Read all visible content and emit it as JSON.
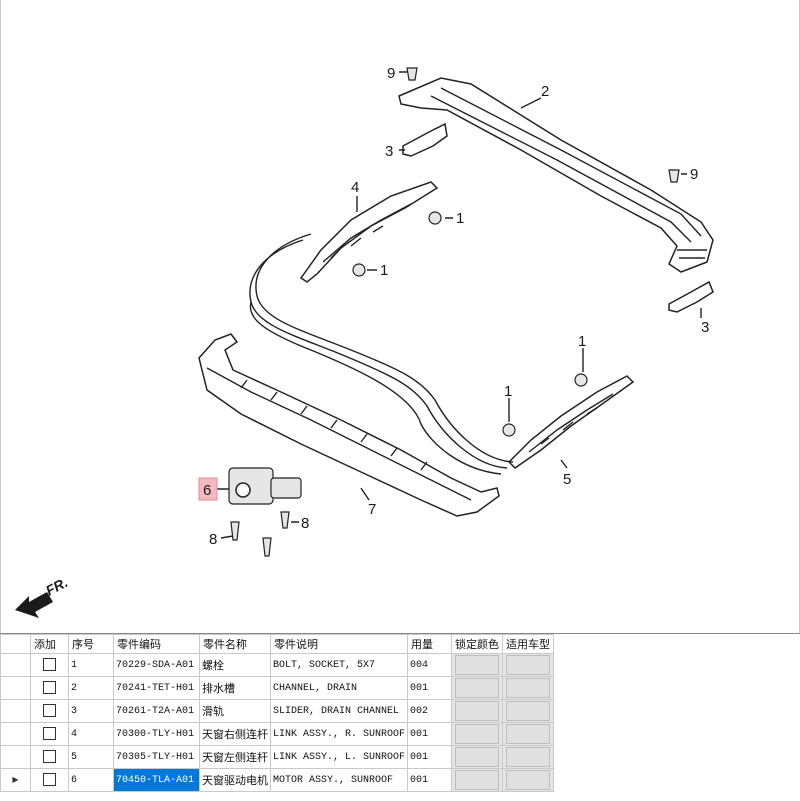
{
  "diagram": {
    "callouts": [
      "9",
      "2",
      "3",
      "4",
      "1",
      "1",
      "9",
      "3",
      "1",
      "1",
      "5",
      "6",
      "7",
      "8",
      "8"
    ],
    "direction_label": "FR."
  },
  "table": {
    "headers": [
      "添加",
      "序号",
      "零件编码",
      "零件名称",
      "零件说明",
      "用量",
      "锁定颜色",
      "适用车型"
    ],
    "rows": [
      {
        "no": "1",
        "code": "70229-SDA-A01",
        "name": "螺栓",
        "desc": "BOLT, SOCKET, 5X7",
        "qty": "004"
      },
      {
        "no": "2",
        "code": "70241-TET-H01",
        "name": "排水槽",
        "desc": "CHANNEL, DRAIN",
        "qty": "001"
      },
      {
        "no": "3",
        "code": "70261-T2A-A01",
        "name": "滑轨",
        "desc": "SLIDER, DRAIN CHANNEL",
        "qty": "002"
      },
      {
        "no": "4",
        "code": "70300-TLY-H01",
        "name": "天窗右侧连杆",
        "desc": "LINK ASSY., R. SUNROOF",
        "qty": "001"
      },
      {
        "no": "5",
        "code": "70305-TLY-H01",
        "name": "天窗左侧连杆",
        "desc": "LINK ASSY., L. SUNROOF",
        "qty": "001"
      },
      {
        "no": "6",
        "code": "70450-TLA-A01",
        "name": "天窗驱动电机",
        "desc": "MOTOR ASSY., SUNROOF",
        "qty": "001"
      }
    ],
    "current_row_marker": "▶",
    "selected_row": 5,
    "highlight_color": "#0078d7"
  }
}
